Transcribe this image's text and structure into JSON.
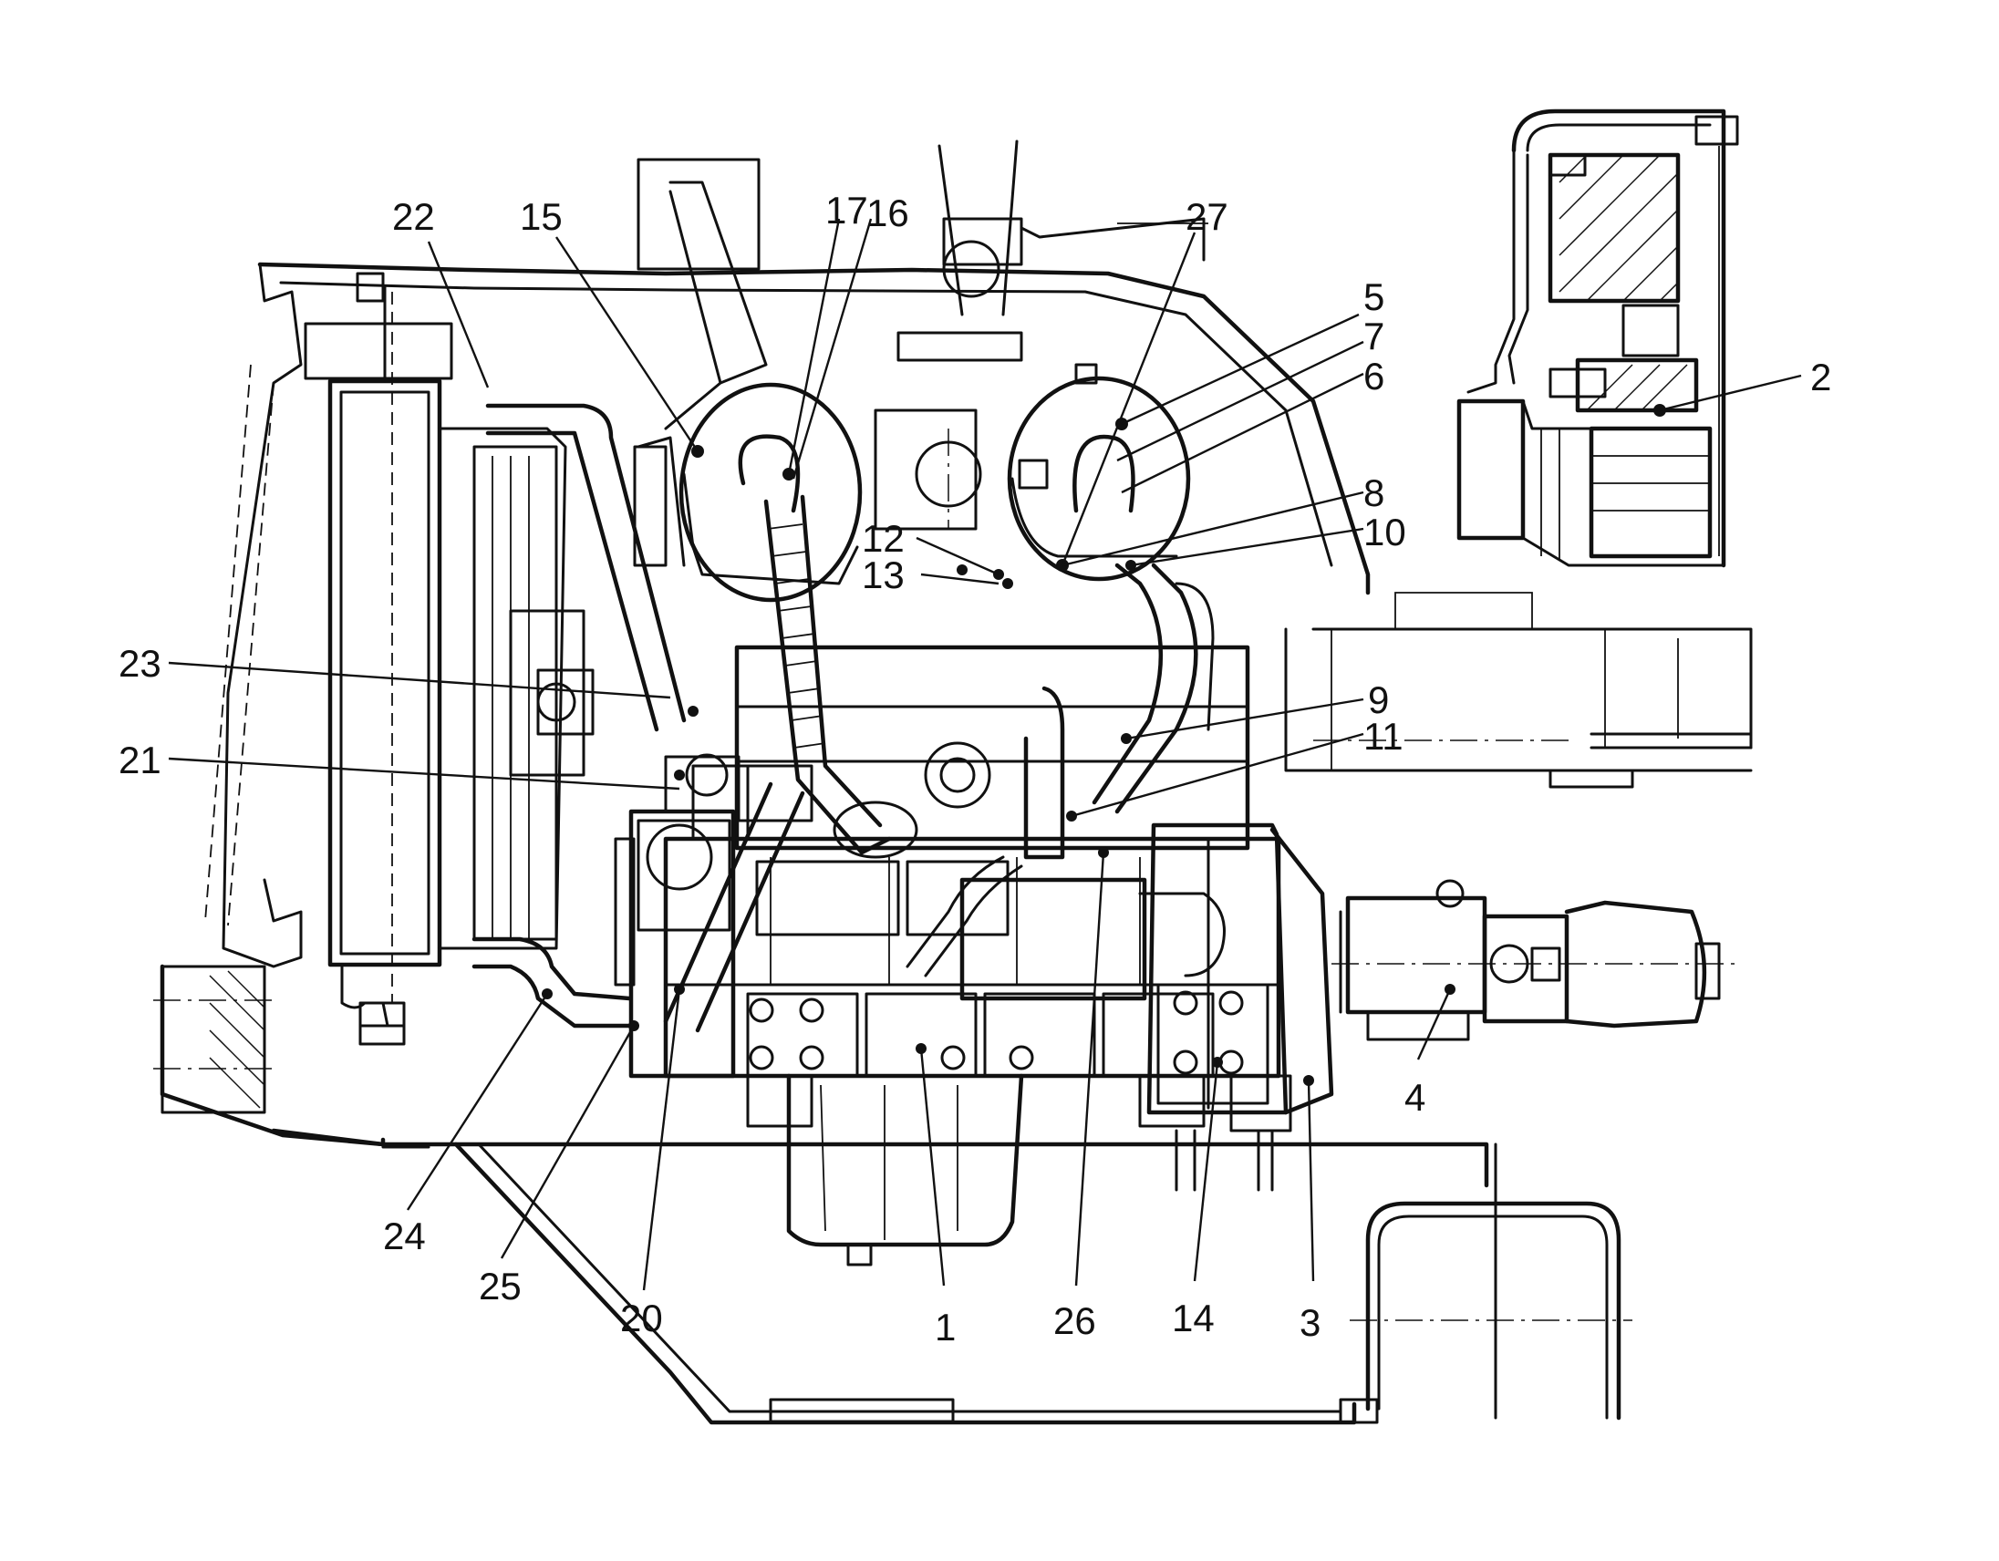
{
  "callouts": [
    {
      "id": "22",
      "label": "22"
    },
    {
      "id": "15",
      "label": "15"
    },
    {
      "id": "17",
      "label": "17"
    },
    {
      "id": "16",
      "label": "16"
    },
    {
      "id": "27",
      "label": "27"
    },
    {
      "id": "5",
      "label": "5"
    },
    {
      "id": "7",
      "label": "7"
    },
    {
      "id": "6",
      "label": "6"
    },
    {
      "id": "8",
      "label": "8"
    },
    {
      "id": "10",
      "label": "10"
    },
    {
      "id": "12",
      "label": "12"
    },
    {
      "id": "13",
      "label": "13"
    },
    {
      "id": "23",
      "label": "23"
    },
    {
      "id": "21",
      "label": "21"
    },
    {
      "id": "9",
      "label": "9"
    },
    {
      "id": "11",
      "label": "11"
    },
    {
      "id": "2",
      "label": "2"
    },
    {
      "id": "4",
      "label": "4"
    },
    {
      "id": "24",
      "label": "24"
    },
    {
      "id": "25",
      "label": "25"
    },
    {
      "id": "20",
      "label": "20"
    },
    {
      "id": "1",
      "label": "1"
    },
    {
      "id": "26",
      "label": "26"
    },
    {
      "id": "14",
      "label": "14"
    },
    {
      "id": "3",
      "label": "3"
    }
  ]
}
